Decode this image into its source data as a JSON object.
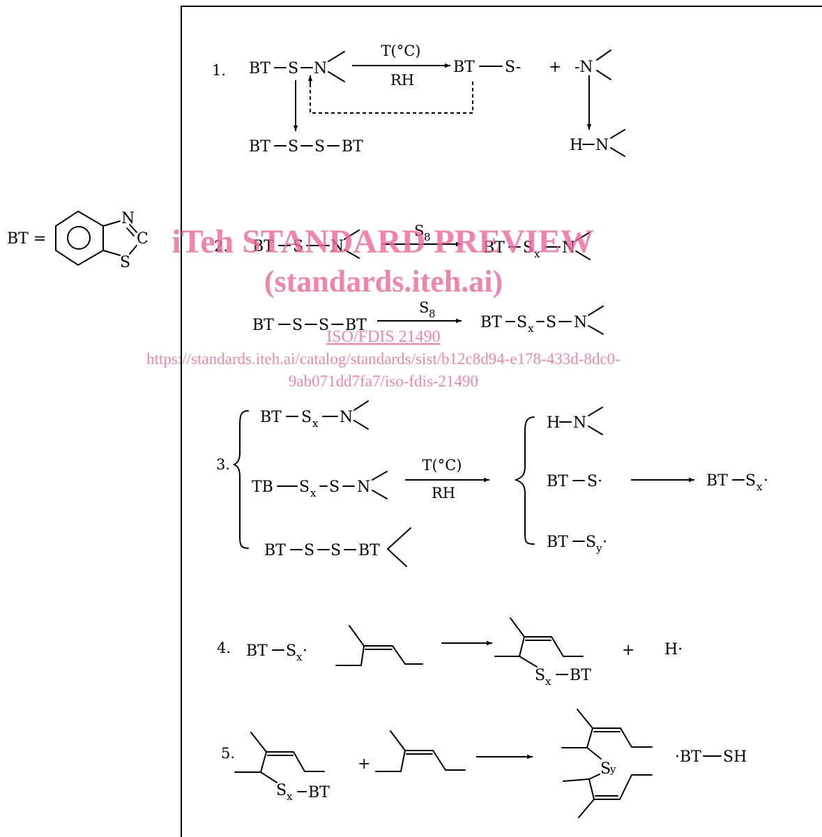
{
  "definition": {
    "bt_eq": "BT =",
    "ring_n": "N",
    "ring_c": "C",
    "ring_s": "S"
  },
  "step_numbers": [
    "1.",
    "2.",
    "3.",
    "4.",
    "5."
  ],
  "step1": {
    "reactant_bt": "BT",
    "reactant_s": "S",
    "reactant_n": "N",
    "cond_top": "T(°C)",
    "cond_bottom": "RH",
    "product_bt": "BT",
    "product_s": "S-",
    "plus": "+",
    "amine_radical": "-N",
    "amine_h": "H",
    "amine_n": "N",
    "disulfide": [
      "BT",
      "S",
      "S",
      "BT"
    ]
  },
  "step2": {
    "row1_reactant": [
      "BT",
      "S",
      "N"
    ],
    "row1_reagent": "S",
    "row1_reagent_sub": "8",
    "row1_product_bt": "BT",
    "row1_product_s": "S",
    "row1_product_sub": "x",
    "row1_product_n": "N",
    "row2_reactant": [
      "BT",
      "S",
      "S",
      "BT"
    ],
    "row2_reagent": "S",
    "row2_reagent_sub": "8",
    "row2_product_bt": "BT",
    "row2_product_s1": "S",
    "row2_product_sub": "x",
    "row2_product_s2": "S",
    "row2_product_n": "N"
  },
  "step3": {
    "l1_bt": "BT",
    "l1_s": "S",
    "l1_sub": "x",
    "l1_n": "N",
    "l2_tb": "TB",
    "l2_s": "S",
    "l2_sub": "x",
    "l2_s2": "S",
    "l2_n": "N",
    "l3": [
      "BT",
      "S",
      "S",
      "BT"
    ],
    "cond_top": "T(°C)",
    "cond_bottom": "RH",
    "r1_h": "H",
    "r1_n": "N",
    "r2_bt": "BT",
    "r2_s": "S·",
    "r3_bt": "BT",
    "r3_s": "S",
    "r3_sub": "y",
    "r3_dot": "·",
    "final_bt": "BT",
    "final_s": "S",
    "final_sub": "x",
    "final_dot": "·"
  },
  "step4": {
    "reactant_bt": "BT",
    "reactant_s": "S",
    "reactant_sub": "x",
    "reactant_dot": "·",
    "product_s": "S",
    "product_sub": "x",
    "product_bt": "BT",
    "plus": "+",
    "h_radical": "H·"
  },
  "step5": {
    "r1_s": "S",
    "r1_sub": "x",
    "r1_bt": "BT",
    "plus": "+",
    "product_s": "S",
    "product_sub": "y",
    "side_bt": "·BT",
    "side_sh": "SH"
  },
  "watermark": {
    "line1": "iTeh STANDARD PREVIEW",
    "line2": "(standards.iteh.ai)",
    "line3": "ISO/FDIS 21490",
    "line4": "https://standards.iteh.ai/catalog/standards/sist/b12c8d94-e178-433d-8dc0-",
    "line5": "9ab071dd7fa7/iso-fdis-21490"
  }
}
